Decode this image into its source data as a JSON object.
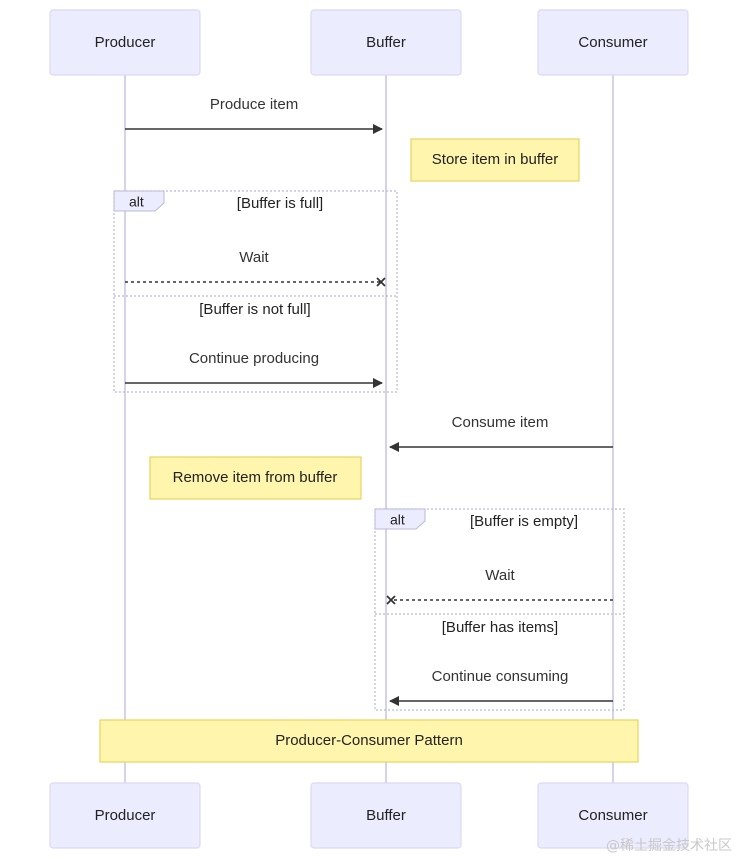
{
  "participants": [
    {
      "id": "producer",
      "label": "Producer"
    },
    {
      "id": "buffer",
      "label": "Buffer"
    },
    {
      "id": "consumer",
      "label": "Consumer"
    }
  ],
  "messages": {
    "produce_item": "Produce item",
    "wait_producer": "Wait",
    "continue_producing": "Continue producing",
    "consume_item": "Consume item",
    "wait_consumer": "Wait",
    "continue_consuming": "Continue consuming"
  },
  "notes": {
    "store": "Store item in buffer",
    "remove": "Remove item from buffer",
    "pattern": "Producer-Consumer Pattern"
  },
  "frames": {
    "alt1": {
      "label": "alt",
      "cond1": "[Buffer is full]",
      "cond2": "[Buffer is not full]"
    },
    "alt2": {
      "label": "alt",
      "cond1": "[Buffer is empty]",
      "cond2": "[Buffer has items]"
    }
  },
  "watermark": "@稀土掘金技术社区",
  "colors": {
    "actor_fill": "#ECECFF",
    "note_fill": "#FFF5AD",
    "line": "#333333"
  }
}
